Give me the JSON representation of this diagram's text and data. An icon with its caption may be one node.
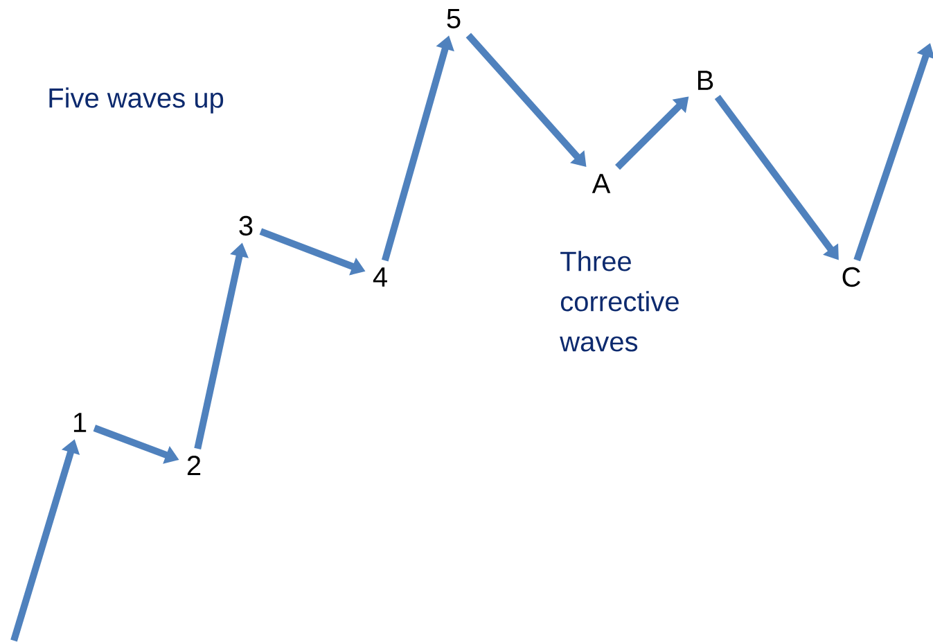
{
  "diagram": {
    "nodes": [
      {
        "text": [
          "1"
        ]
      },
      {
        "text": [
          "2"
        ]
      },
      {
        "text": [
          "3"
        ]
      },
      {
        "text": [
          "4"
        ]
      },
      {
        "text": [
          "5"
        ]
      },
      {
        "text": [
          "A"
        ]
      },
      {
        "text": [
          "B"
        ]
      },
      {
        "text": [
          "C"
        ]
      }
    ],
    "edges": [
      {
        "from": null,
        "to": 0,
        "arrow": "to"
      },
      {
        "from": 0,
        "to": 1,
        "arrow": "to"
      },
      {
        "from": 1,
        "to": 2,
        "arrow": "to"
      },
      {
        "from": 2,
        "to": 3,
        "arrow": "to"
      },
      {
        "from": 3,
        "to": 4,
        "arrow": "to"
      },
      {
        "from": 4,
        "to": 5,
        "arrow": "to"
      },
      {
        "from": 5,
        "to": 6,
        "arrow": "to"
      },
      {
        "from": 6,
        "to": 7,
        "arrow": "to"
      },
      {
        "from": 7,
        "to": null,
        "arrow": "to"
      }
    ],
    "labels": [
      "Five waves up",
      "Three corrective waves"
    ]
  }
}
